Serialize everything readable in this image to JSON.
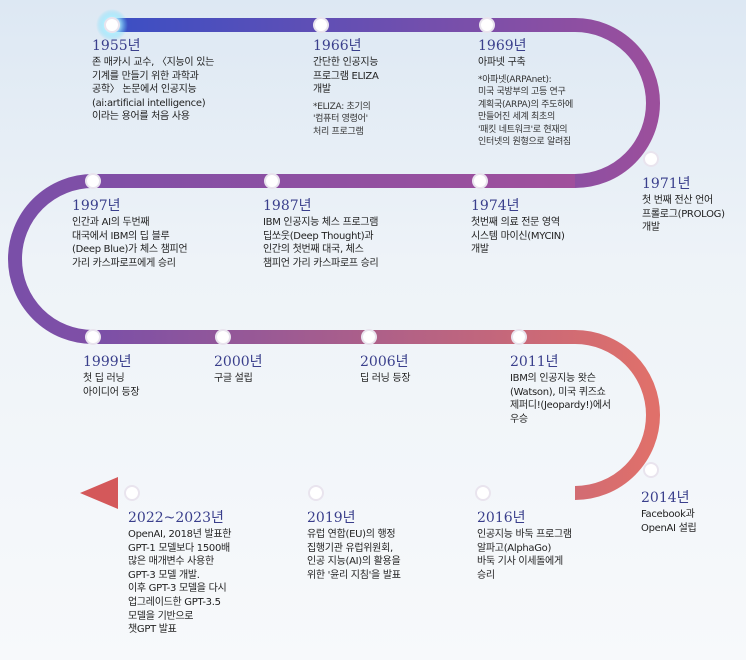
{
  "timeline": [
    {
      "year": "1955년",
      "text": "존 매카시 교수, 〈지능이 있는\n기계를 만들기 위한 과학과\n공학〉 논문에서 인공지능\n(ai:artificial intelligence)\n이라는 용어를 처음 사용"
    },
    {
      "year": "1966년",
      "text": "간단한 인공지능\n프로그램 ELIZA\n개발",
      "note": "*ELIZA: 초기의\n'컴퓨터 영령어'\n처리 프로그램"
    },
    {
      "year": "1969년",
      "text": "아파넷 구축",
      "note": "*아파넷(ARPAnet):\n미국 국방부의 고등 연구\n계획국(ARPA)의 주도하에\n만들어진 세계 최초의\n'패킷 네트워크'로 현재의\n인터넷의 원형으로 알려짐"
    },
    {
      "year": "1971년",
      "text": "첫 번째 전산 언어\n프롤로그(PROLOG)\n개발"
    },
    {
      "year": "1974년",
      "text": "첫번째 의료 전문 영역\n시스템 마이신(MYCIN)\n개발"
    },
    {
      "year": "1987년",
      "text": "IBM 인공지능 체스 프로그램\n딥쏘웃(Deep Thought)과\n인간의 첫번째 대국, 체스\n챔피언 가리 카스파로프 승리"
    },
    {
      "year": "1997년",
      "text": "인간과 AI의 두번째\n대국에서 IBM의 딥 블루\n(Deep Blue)가 체스 챔피언\n가리 카스파로프에게 승리"
    },
    {
      "year": "1999년",
      "text": "첫 딥 러닝\n아이디어 등장"
    },
    {
      "year": "2000년",
      "text": "구글 설립"
    },
    {
      "year": "2006년",
      "text": "딥 러닝 등장"
    },
    {
      "year": "2011년",
      "text": "IBM의 인공지능 왓슨\n(Watson), 미국 퀴즈쇼\n제퍼디!(Jeopardy!)에서\n우승"
    },
    {
      "year": "2014년",
      "text": "Facebook과\nOpenAI 설립"
    },
    {
      "year": "2016년",
      "text": "인공지능 바둑 프로그램\n알파고(AlphaGo)\n바둑 기사 이세돌에게\n승리"
    },
    {
      "year": "2019년",
      "text": "유럽 연합(EU)의 행정\n집행기관 유럽위원회,\n인공 지능(AI)의 활용을\n위한 '윤리 지침'을 발표"
    },
    {
      "year": "2022~2023년",
      "text": "OpenAI, 2018년 발표한\nGPT-1 모델보다 1500배\n많은 매개변수 사용한\nGPT-3 모델 개발.\n이후 GPT-3 모델을 다시\n업그레이드한 GPT-3.5\n모델을 기반으로\n챗GPT 발표"
    }
  ],
  "colors": {
    "road_start": "#3b4fc4",
    "road_mid": "#a05aa8",
    "road_end": "#e0706a",
    "year_text": "#3a3f8c"
  }
}
